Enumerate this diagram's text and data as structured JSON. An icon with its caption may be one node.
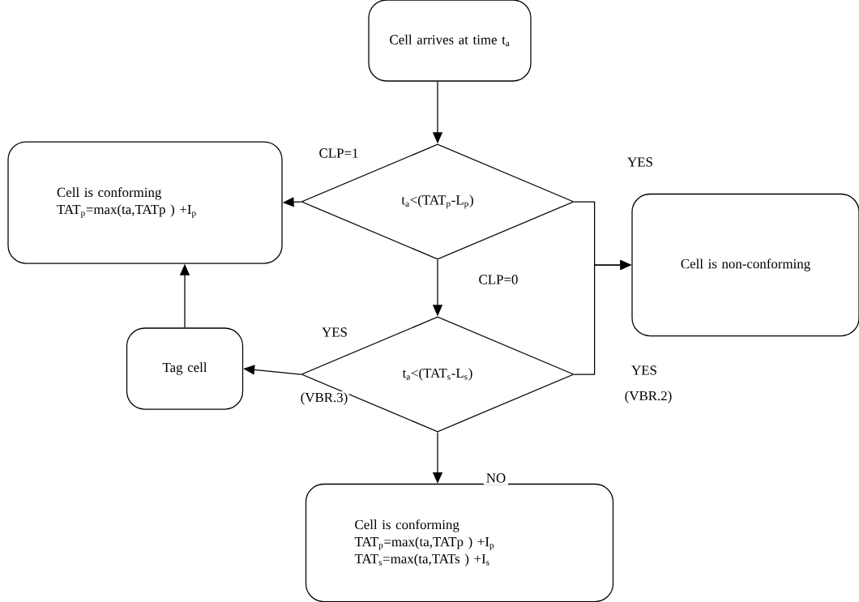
{
  "diagram": {
    "nodes": [
      {
        "text": [
          "Cell arrives at time t$_{a}$"
        ]
      },
      {
        "text": [
          "Cell is conforming",
          "TAT$_{p}$=max(ta,TATp ) +I$_{p}$"
        ]
      },
      {
        "text": [
          "t$_{a}$<(TAT$_{p}$-L$_{p}$)"
        ]
      },
      {
        "text": [
          "Cell is non-conforming"
        ]
      },
      {
        "text": [
          "Tag cell"
        ]
      },
      {
        "text": [
          "t$_{a}$<(TAT$_{s}$-L$_{s}$)"
        ]
      },
      {
        "text": [
          "Cell is conforming",
          "TAT$_{p}$=max(ta,TATp ) +I$_{p}$",
          "TAT$_{s}$=max(ta,TATs ) +I$_{s}$"
        ]
      }
    ],
    "edges": [
      {
        "from": 0,
        "to": 2,
        "arrow": "to"
      },
      {
        "from": 2,
        "to": 1,
        "arrow": "to",
        "label": "CLP=1"
      },
      {
        "from": 2,
        "to": 5,
        "arrow": "to",
        "label": "CLP=0"
      },
      {
        "from": 2,
        "to": 3,
        "arrow": "to",
        "label": "YES"
      },
      {
        "from": 5,
        "to": 3,
        "arrow": "to",
        "label": "YES"
      },
      {
        "from": 5,
        "to": 4,
        "arrow": "to",
        "label": "YES"
      },
      {
        "from": 4,
        "to": 1,
        "arrow": "to"
      },
      {
        "from": 5,
        "to": 6,
        "arrow": "to",
        "label": "NO"
      }
    ],
    "labels": [
      "(VBR.3)",
      "(VBR.2)"
    ]
  }
}
